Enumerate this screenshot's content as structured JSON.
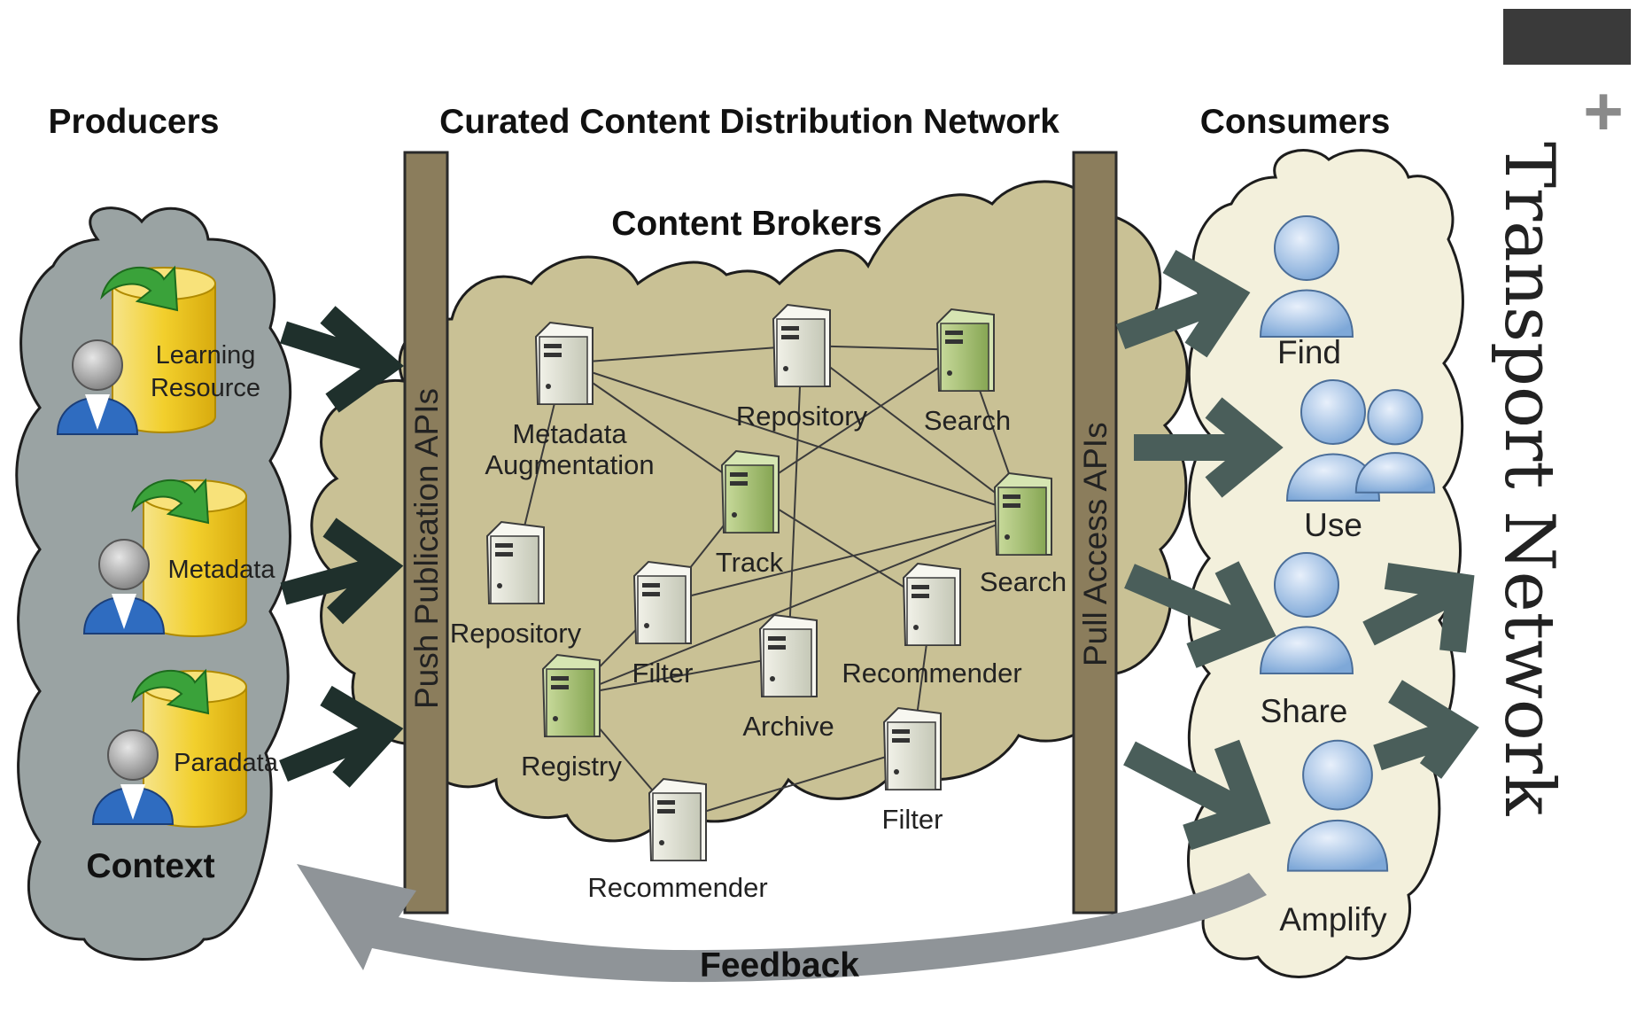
{
  "headers": {
    "producers": "Producers",
    "network": "Curated Content Distribution Network",
    "consumers": "Consumers",
    "brokers": "Content Brokers",
    "context": "Context",
    "feedback": "Feedback"
  },
  "side_title": "Transport Network",
  "side_mark": "+",
  "push_api": "Push Publication APIs",
  "pull_api": "Pull Access APIs",
  "producers": [
    {
      "line1": "Learning",
      "line2": "Resource"
    },
    {
      "line1": "Metadata",
      "line2": ""
    },
    {
      "line1": "Paradata",
      "line2": ""
    }
  ],
  "servers": [
    {
      "id": "meta",
      "line1": "Metadata",
      "line2": "Augmentation"
    },
    {
      "id": "repo1",
      "line1": "Repository",
      "line2": ""
    },
    {
      "id": "search1",
      "line1": "Search",
      "line2": ""
    },
    {
      "id": "track",
      "line1": "Track",
      "line2": ""
    },
    {
      "id": "search2",
      "line1": "Search",
      "line2": ""
    },
    {
      "id": "repo2",
      "line1": "Repository",
      "line2": ""
    },
    {
      "id": "filter1",
      "line1": "Filter",
      "line2": ""
    },
    {
      "id": "archive",
      "line1": "Archive",
      "line2": ""
    },
    {
      "id": "rec1",
      "line1": "Recommender",
      "line2": ""
    },
    {
      "id": "registry",
      "line1": "Registry",
      "line2": ""
    },
    {
      "id": "filter2",
      "line1": "Filter",
      "line2": ""
    },
    {
      "id": "rec2",
      "line1": "Recommender",
      "line2": ""
    }
  ],
  "consumers": [
    {
      "label": "Find"
    },
    {
      "label": "Use"
    },
    {
      "label": "Share"
    },
    {
      "label": "Amplify"
    }
  ],
  "colors": {
    "producer_cloud": "#9aa3a3",
    "broker_cloud": "#c9c195",
    "consumer_cloud": "#f3f0dc",
    "api_bar": "#8b7d5c",
    "push_arrow": "#1f302c",
    "pull_arrow": "#4a5e5a",
    "feedback_arrow": "#8f9498",
    "side_block": "#3a3a3a",
    "server_green": "#9fbb6a",
    "server_gray": "#dcdccf",
    "person_blue": "#7ea8d8",
    "cylinder_yellow": "#f2cf2c"
  }
}
